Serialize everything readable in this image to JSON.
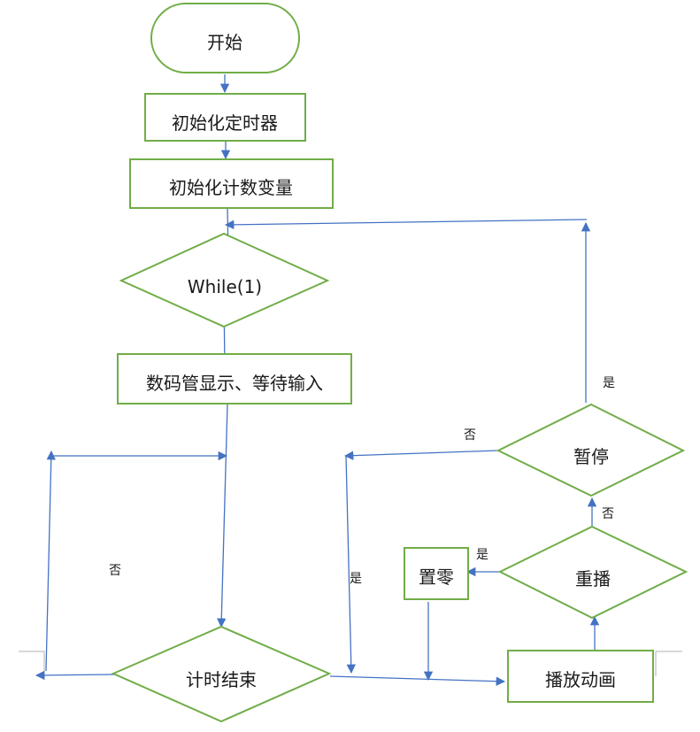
{
  "diagram": {
    "type": "flowchart",
    "colors": {
      "shape_border": "#70ad47",
      "connector": "#4472c4",
      "text": "#1a1a1a",
      "background": "#ffffff"
    },
    "nodes": {
      "start": {
        "label": "开始",
        "shape": "terminator"
      },
      "init_timer": {
        "label": "初始化定时器",
        "shape": "process"
      },
      "init_counter": {
        "label": "初始化计数变量",
        "shape": "process"
      },
      "while_loop": {
        "label": "While(1)",
        "shape": "decision"
      },
      "display_wait": {
        "label": "数码管显示、等待输入",
        "shape": "process"
      },
      "timer_end": {
        "label": "计时结束",
        "shape": "decision"
      },
      "play_animation": {
        "label": "播放动画",
        "shape": "process"
      },
      "replay": {
        "label": "重播",
        "shape": "decision"
      },
      "reset_zero": {
        "label": "置零",
        "shape": "process"
      },
      "pause": {
        "label": "暂停",
        "shape": "decision"
      }
    },
    "edges": [
      {
        "from": "start",
        "to": "init_timer",
        "label": ""
      },
      {
        "from": "init_timer",
        "to": "init_counter",
        "label": ""
      },
      {
        "from": "init_counter",
        "to": "while_loop",
        "label": ""
      },
      {
        "from": "while_loop",
        "to": "display_wait",
        "label": ""
      },
      {
        "from": "display_wait",
        "to": "timer_end",
        "label": ""
      },
      {
        "from": "timer_end",
        "to": "display_wait",
        "label": "否"
      },
      {
        "from": "timer_end",
        "to": "play_animation",
        "label": "是"
      },
      {
        "from": "play_animation",
        "to": "replay",
        "label": ""
      },
      {
        "from": "replay",
        "to": "reset_zero",
        "label": "是"
      },
      {
        "from": "replay",
        "to": "pause",
        "label": "否"
      },
      {
        "from": "reset_zero",
        "to": "play_animation",
        "label": ""
      },
      {
        "from": "pause",
        "to": "while_loop",
        "label": "是"
      },
      {
        "from": "pause",
        "to": "play_animation",
        "label": "否"
      }
    ],
    "edge_labels": {
      "timer_no": "否",
      "timer_yes": "是",
      "replay_yes": "是",
      "replay_no": "否",
      "pause_yes": "是",
      "pause_no": "否"
    }
  }
}
